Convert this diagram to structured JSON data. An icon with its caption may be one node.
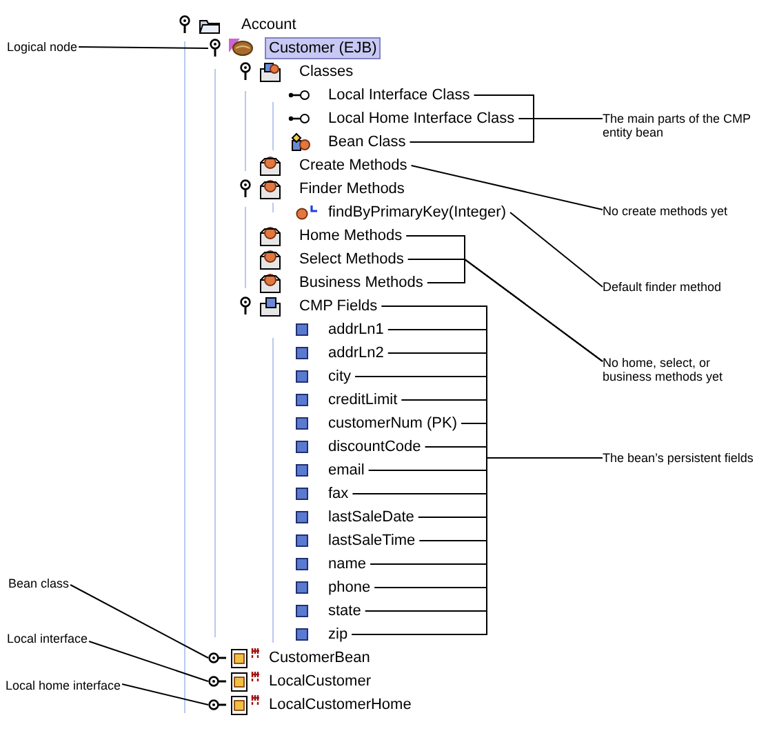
{
  "diagram": {
    "nodes": [
      {
        "text": [
          "Logical node"
        ]
      },
      {
        "text": [
          "Account"
        ]
      },
      {
        "text": [
          "Customer (EJB)"
        ]
      },
      {
        "text": [
          "Classes"
        ]
      },
      {
        "text": [
          "Local Interface Class"
        ]
      },
      {
        "text": [
          "Local Home Interface Class"
        ]
      },
      {
        "text": [
          "Bean Class"
        ]
      },
      {
        "text": [
          "The main parts of the CMP entity bean"
        ]
      },
      {
        "text": [
          "Create Methods"
        ]
      },
      {
        "text": [
          "Finder Methods"
        ]
      },
      {
        "text": [
          "findByPrimaryKey(Integer)"
        ]
      },
      {
        "text": [
          "No create methods yet"
        ]
      },
      {
        "text": [
          "Home Methods"
        ]
      },
      {
        "text": [
          "Select Methods"
        ]
      },
      {
        "text": [
          "Business Methods"
        ]
      },
      {
        "text": [
          "Default finder method"
        ]
      },
      {
        "text": [
          "No home, select, or business methods yet"
        ]
      },
      {
        "text": [
          "CMP Fields"
        ]
      },
      {
        "text": [
          "addrLn1"
        ]
      },
      {
        "text": [
          "addrLn2"
        ]
      },
      {
        "text": [
          "city"
        ]
      },
      {
        "text": [
          "creditLimit"
        ]
      },
      {
        "text": [
          "customerNum (PK)"
        ]
      },
      {
        "text": [
          "discountCode"
        ]
      },
      {
        "text": [
          "email"
        ]
      },
      {
        "text": [
          "fax"
        ]
      },
      {
        "text": [
          "lastSaleDate"
        ]
      },
      {
        "text": [
          "lastSaleTime"
        ]
      },
      {
        "text": [
          "name"
        ]
      },
      {
        "text": [
          "phone"
        ]
      },
      {
        "text": [
          "state"
        ]
      },
      {
        "text": [
          "zip"
        ]
      },
      {
        "text": [
          "The bean’s persistent fields"
        ]
      },
      {
        "text": [
          "Bean class"
        ]
      },
      {
        "text": [
          "CustomerBean"
        ]
      },
      {
        "text": [
          "Local interface"
        ]
      },
      {
        "text": [
          "LocalCustomer"
        ]
      },
      {
        "text": [
          "Local home interface"
        ]
      },
      {
        "text": [
          "LocalCustomerHome"
        ]
      }
    ],
    "edges": [
      {
        "from": 0,
        "to": 2,
        "arrow": "none"
      },
      {
        "from": 7,
        "to": 4,
        "arrow": "none"
      },
      {
        "from": 7,
        "to": 5,
        "arrow": "none"
      },
      {
        "from": 7,
        "to": 6,
        "arrow": "none"
      },
      {
        "from": 11,
        "to": 8,
        "arrow": "none"
      },
      {
        "from": 15,
        "to": 10,
        "arrow": "none"
      },
      {
        "from": 16,
        "to": 12,
        "arrow": "none"
      },
      {
        "from": 16,
        "to": 13,
        "arrow": "none"
      },
      {
        "from": 16,
        "to": 14,
        "arrow": "none"
      },
      {
        "from": 32,
        "to": 17,
        "arrow": "none"
      },
      {
        "from": 32,
        "to": 18,
        "arrow": "none"
      },
      {
        "from": 32,
        "to": 19,
        "arrow": "none"
      },
      {
        "from": 32,
        "to": 20,
        "arrow": "none"
      },
      {
        "from": 32,
        "to": 21,
        "arrow": "none"
      },
      {
        "from": 32,
        "to": 22,
        "arrow": "none"
      },
      {
        "from": 32,
        "to": 23,
        "arrow": "none"
      },
      {
        "from": 32,
        "to": 24,
        "arrow": "none"
      },
      {
        "from": 32,
        "to": 25,
        "arrow": "none"
      },
      {
        "from": 32,
        "to": 26,
        "arrow": "none"
      },
      {
        "from": 32,
        "to": 27,
        "arrow": "none"
      },
      {
        "from": 32,
        "to": 28,
        "arrow": "none"
      },
      {
        "from": 32,
        "to": 29,
        "arrow": "none"
      },
      {
        "from": 32,
        "to": 30,
        "arrow": "none"
      },
      {
        "from": 32,
        "to": 31,
        "arrow": "none"
      },
      {
        "from": 33,
        "to": 34,
        "arrow": "none"
      },
      {
        "from": 35,
        "to": 36,
        "arrow": "none"
      },
      {
        "from": 37,
        "to": 38,
        "arrow": "none"
      }
    ]
  }
}
